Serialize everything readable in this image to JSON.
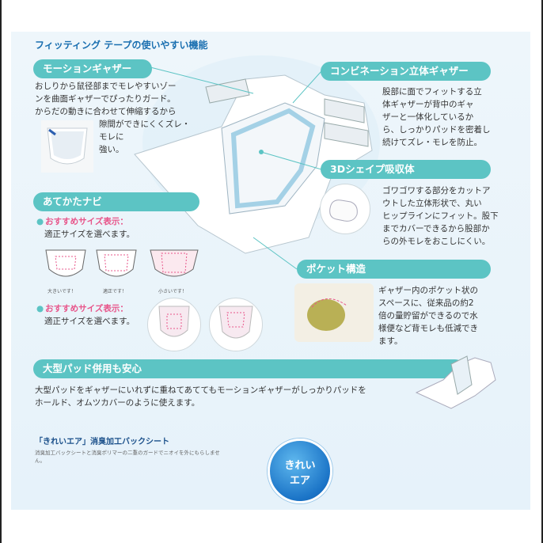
{
  "header": {
    "title": "フィッティング テープの使いやすい機能"
  },
  "motion": {
    "pill": "モーションギャザー",
    "lines": [
      "おしりから鼠径部までモレやすいゾー",
      "ンを曲面ギャザーでぴったりガード。",
      "からだの動きに合わせて伸縮するから"
    ],
    "side_lines": [
      "隙間ができにくくズレ・",
      "モレに",
      "強い。"
    ]
  },
  "combination": {
    "pill": "コンビネーション立体ギャザー",
    "lines": [
      "股部に面でフィットする立",
      "体ギャザーが背中のギャ",
      "ザーと一体化しているか",
      "ら、しっかりパッドを密着し",
      "続けてズレ・モレを防止。"
    ]
  },
  "shape3d": {
    "pill": "3Dシェイプ吸収体",
    "lines": [
      "ゴワゴワする部分をカットア",
      "ウトした立体形状で、丸い",
      "ヒップラインにフィット。股下",
      "までカバーできるから股部か",
      "らの外モレをおこしにくい。"
    ]
  },
  "atekata": {
    "pill": "あてかたナビ",
    "sub1": "おすすめサイズ表示：",
    "sub1_text": "適正サイズを選べます。",
    "size_labels": [
      "大きいです！",
      "適正です！",
      "小さいです！"
    ],
    "sub2": "おすすめサイズ表示：",
    "sub2_text": "適正サイズを選べます。"
  },
  "pocket": {
    "pill": "ポケット構造",
    "lines": [
      "ギャザー内のポケット状の",
      "スペースに、従来品の約2",
      "倍の量貯留ができるので水",
      "様便など背モレも低減でき",
      "ます。"
    ]
  },
  "bigpad": {
    "pill": "大型パッド併用も安心",
    "lines": [
      "大型パッドをギャザーにいれずに重ねてあててもモーションギャザーがしっかりパッドを",
      "ホールド、オムツカバーのように使えます。"
    ]
  },
  "kirei": {
    "caption": "「きれいエア」消臭加工バックシート",
    "note": [
      "消臭加工バックシートと消臭ポリマーの二重のガードでニオイを外にもらしませ",
      "ん。"
    ],
    "badge": [
      "きれい",
      "エア"
    ]
  },
  "colors": {
    "teal": "#5cc4c4",
    "blue": "#1a6fb0",
    "pink": "#e8558a"
  }
}
